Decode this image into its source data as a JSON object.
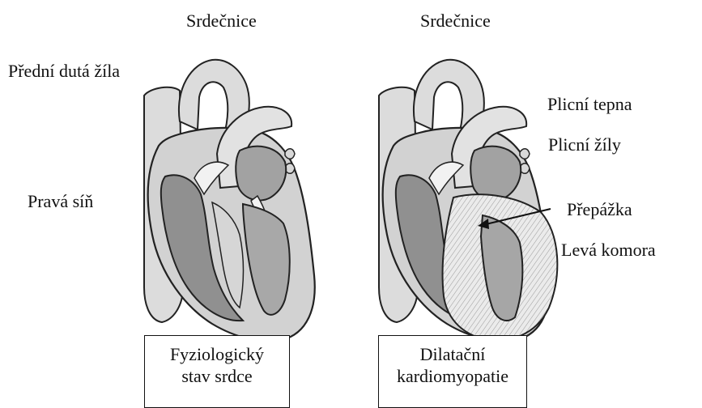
{
  "labels": {
    "aorta_left": "Srdečnice",
    "aorta_right": "Srdečnice",
    "superior_vena_cava": "Přední dutá žíla",
    "right_atrium": "Pravá síň",
    "pulmonary_artery": "Plicní tepna",
    "pulmonary_veins": "Plicní žíly",
    "septum": "Přepážka",
    "left_ventricle": "Levá komora"
  },
  "captions": {
    "normal_line1": "Fyziologický",
    "normal_line2": "stav srdce",
    "dilated_line1": "Dilatační",
    "dilated_line2": "kardiomyopatie"
  }
}
